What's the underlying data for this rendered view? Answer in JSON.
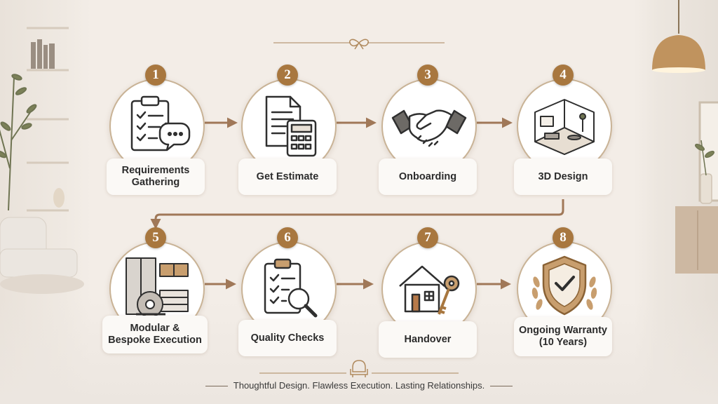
{
  "steps": [
    {
      "number": "1",
      "label": "Requirements\nGathering",
      "icon": "clipboard-chat-icon"
    },
    {
      "number": "2",
      "label": "Get Estimate",
      "icon": "document-calculator-icon"
    },
    {
      "number": "3",
      "label": "Onboarding",
      "icon": "handshake-icon"
    },
    {
      "number": "4",
      "label": "3D Design",
      "icon": "room-3d-icon"
    },
    {
      "number": "5",
      "label": "Modular &\nBespoke Execution",
      "icon": "modular-kitchen-saw-icon"
    },
    {
      "number": "6",
      "label": "Quality Checks",
      "icon": "checklist-magnifier-icon"
    },
    {
      "number": "7",
      "label": "Handover",
      "icon": "house-key-icon"
    },
    {
      "number": "8",
      "label": "Ongoing Warranty\n(10 Years)",
      "icon": "shield-check-icon"
    }
  ],
  "tagline": "Thoughtful Design. Flawless Execution. Lasting Relationships.",
  "colors": {
    "accent": "#a8773f",
    "arrow": "#a07858",
    "background": "#f3ede7",
    "ink": "#2f2f2f"
  }
}
